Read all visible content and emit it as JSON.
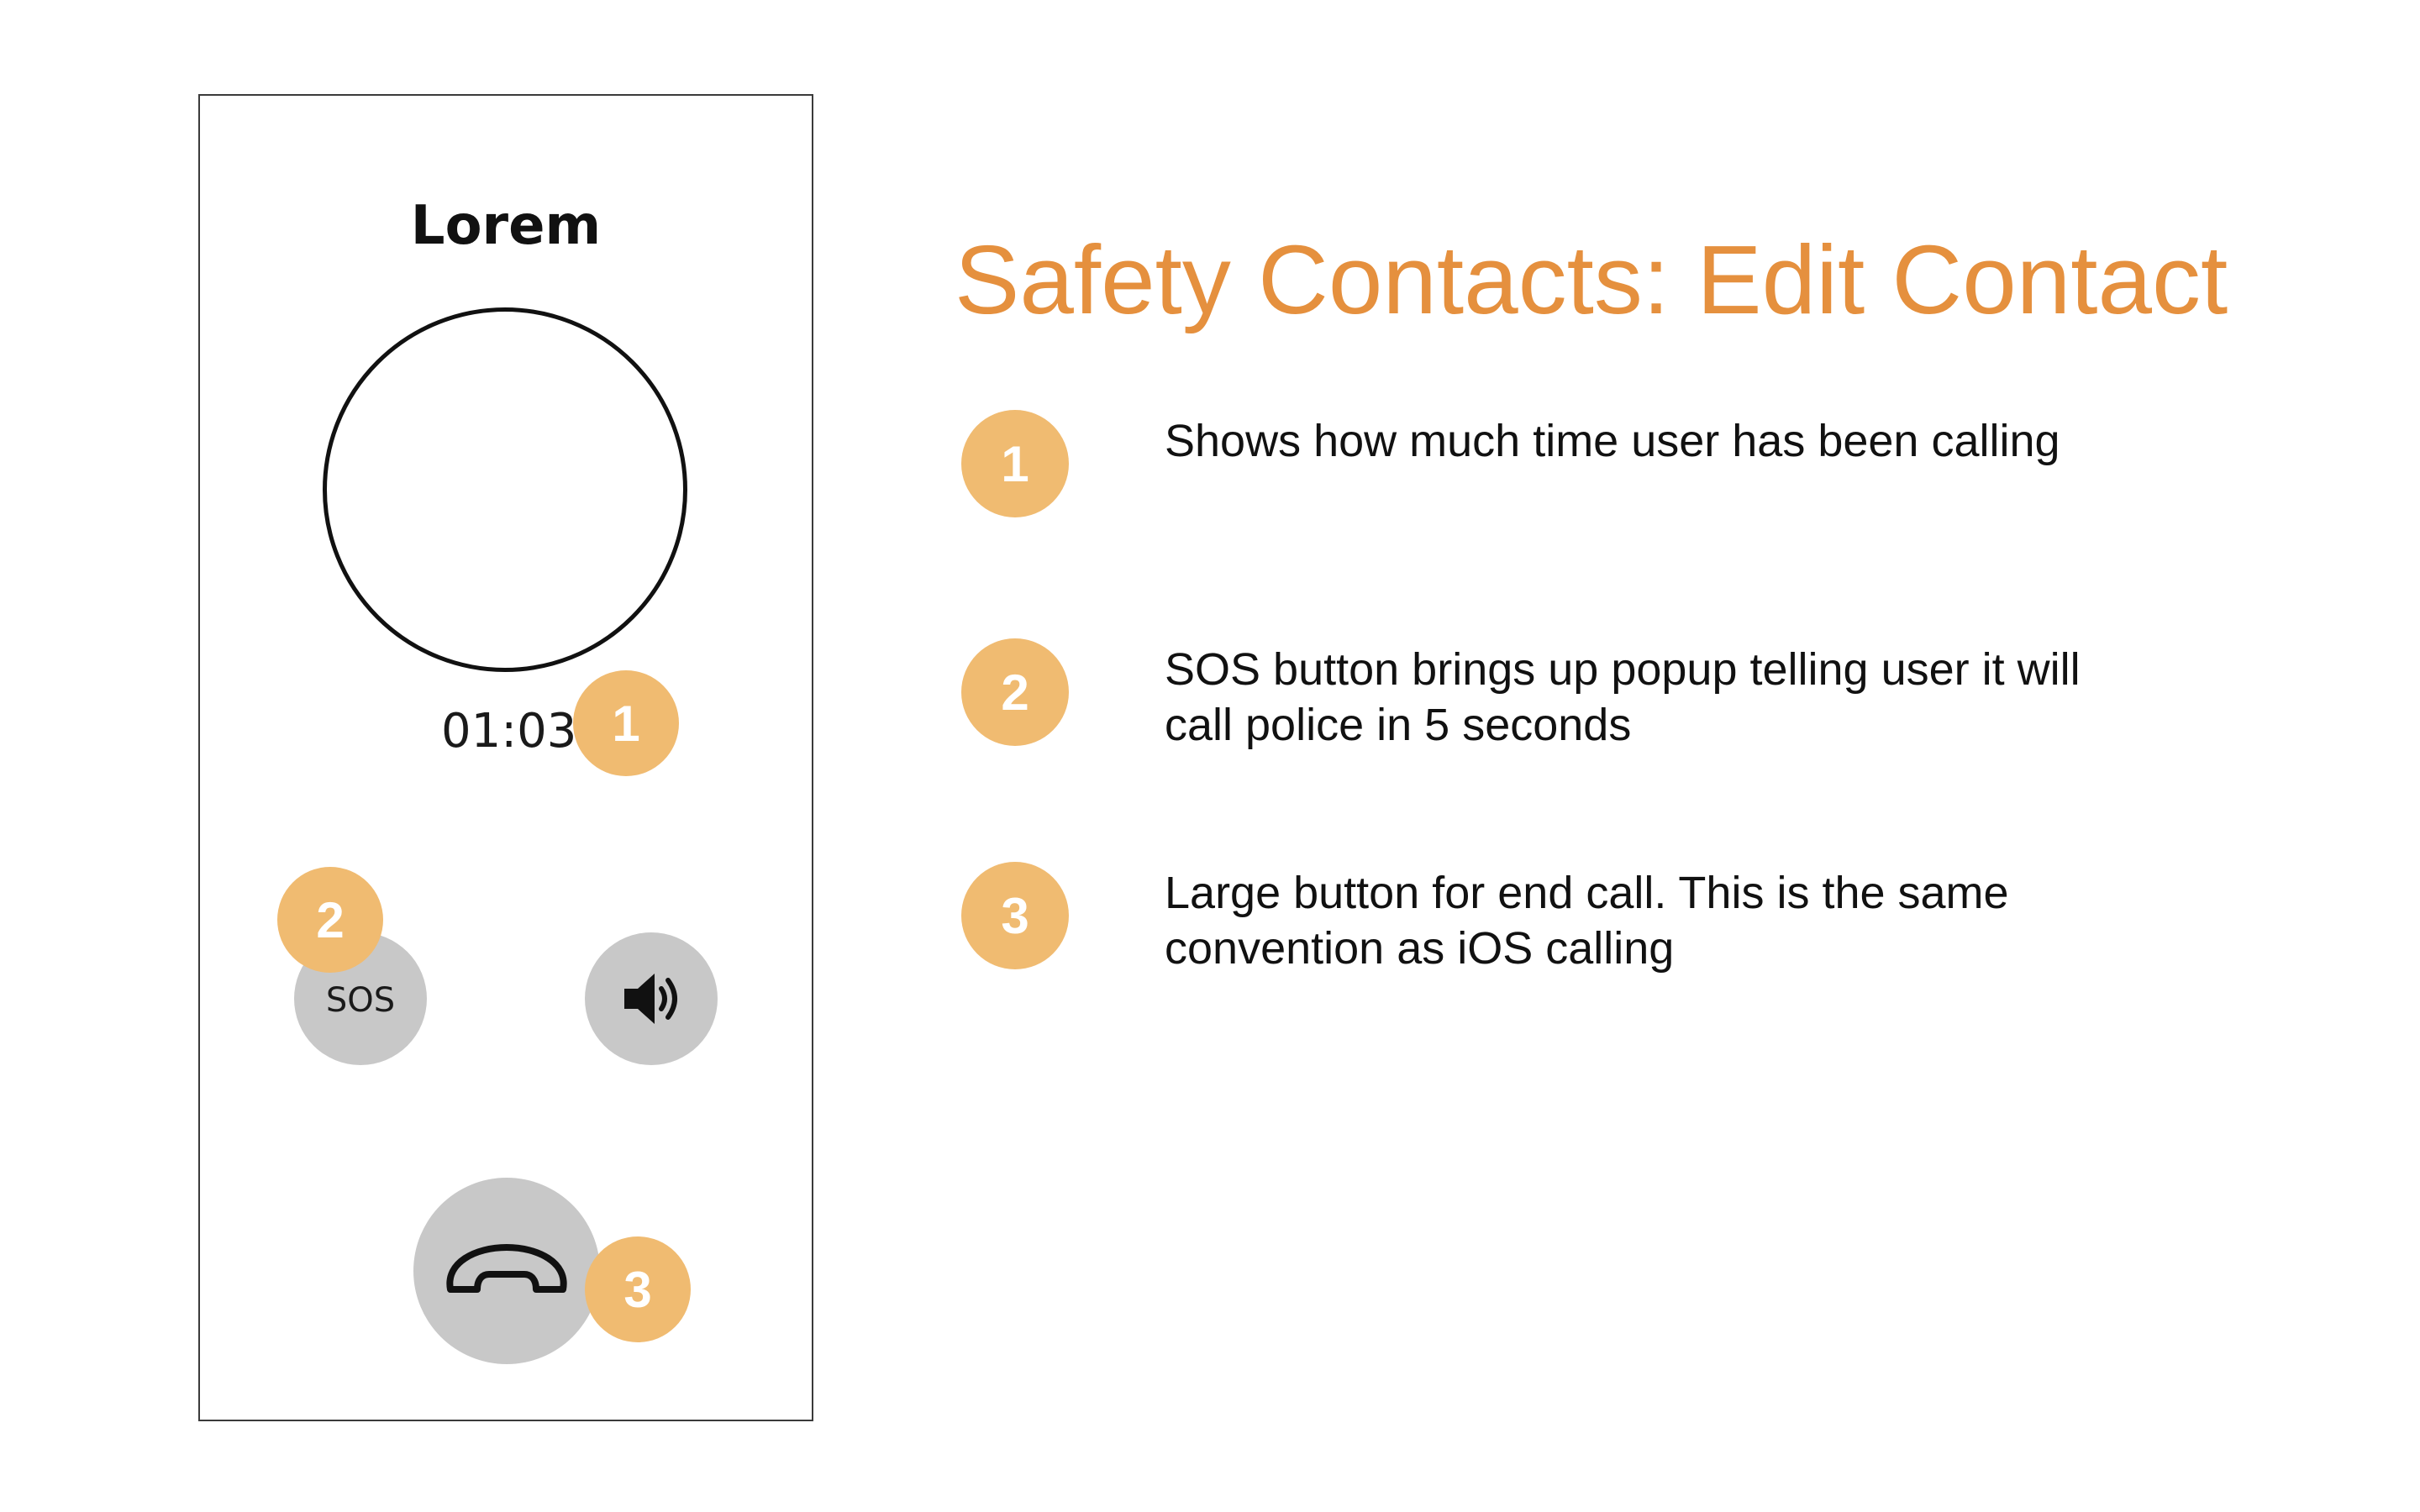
{
  "call_screen": {
    "contact_name": "Lorem",
    "timer": "01:03",
    "sos_label": "SOS",
    "speaker_icon": "speaker-icon",
    "end_call_icon": "end-call-icon",
    "badges": [
      "1",
      "2",
      "3"
    ]
  },
  "annotations": {
    "title": "Safety Contacts: Edit Contact",
    "accent_color": "#e5903e",
    "badge_color": "#f0bb71",
    "notes": [
      {
        "number": "1",
        "text": "Shows how much time user has been calling"
      },
      {
        "number": "2",
        "text": "SOS button brings up popup telling user it will call police in 5 seconds"
      },
      {
        "number": "3",
        "text": "Large button for end call. This is the same convention as iOS calling"
      }
    ]
  }
}
